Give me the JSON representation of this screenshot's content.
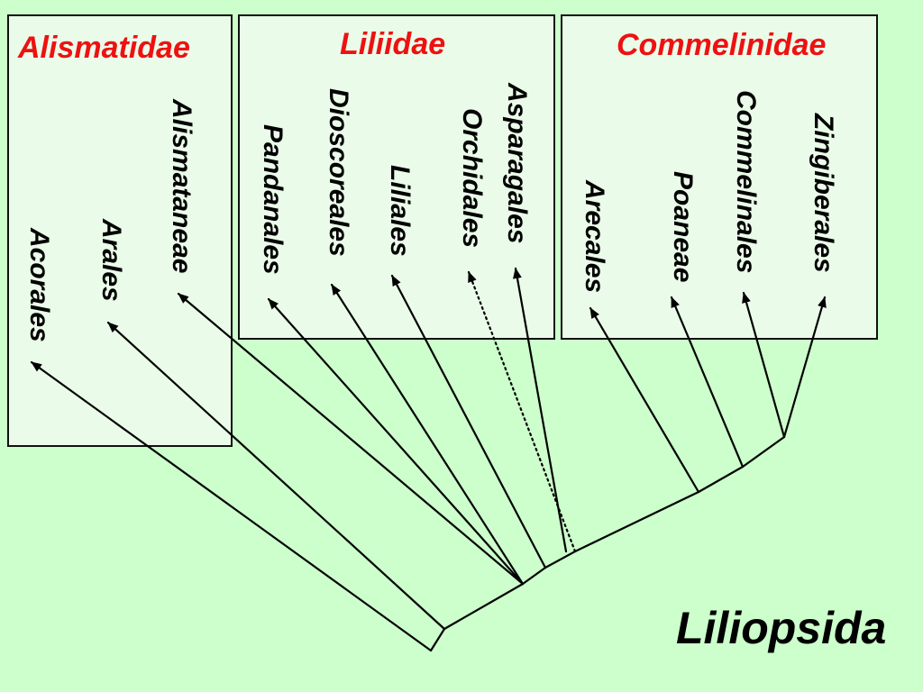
{
  "groups": {
    "alismatidae": "Alismatidae",
    "liliidae": "Liliidae",
    "commelinidae": "Commelinidae"
  },
  "orders": {
    "acorales": "Acorales",
    "arales": "Arales",
    "alismataneae": "Alismataneae",
    "pandanales": "Pandanales",
    "dioscoreales": "Dioscoreales",
    "liliales": "Liliales",
    "orchidales": "Orchidales",
    "asparagales": "Asparagales",
    "arecales": "Arecales",
    "poaneae": "Poaneae",
    "commelinales": "Commelinales",
    "zingiberales": "Zingiberales"
  },
  "class_label": "Liliopsida",
  "colors": {
    "background": "#ccffcc",
    "box_fill": "#eafbe9",
    "group_title": "#ee1111",
    "lines": "#000000"
  }
}
